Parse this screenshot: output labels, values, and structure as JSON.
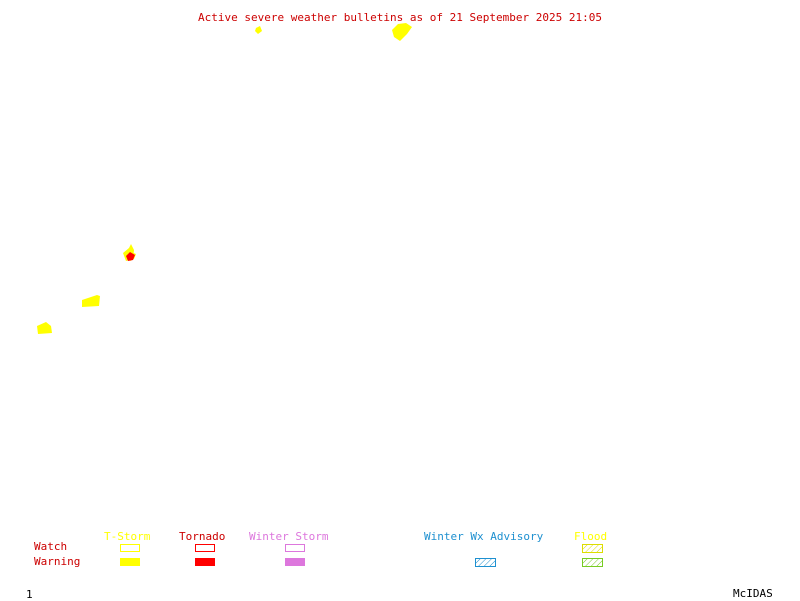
{
  "title": "Active severe weather bulletins as of 21 September 2025 21:05",
  "legend": {
    "row_watch": "Watch",
    "row_warning": "Warning",
    "categories": {
      "tstorm": {
        "label": "T-Storm",
        "color": "#ffff00"
      },
      "tornado": {
        "label": "Tornado",
        "color": "#ff0000"
      },
      "winter_storm": {
        "label": "Winter Storm",
        "color": "#dd77dd"
      },
      "winter_wx_advisory": {
        "label": "Winter Wx Advisory",
        "color": "#1e90d0"
      },
      "flood": {
        "label": "Flood",
        "color": "#77cc22"
      }
    }
  },
  "footer": {
    "left": "1",
    "right": "McIDAS"
  },
  "colors": {
    "title": "#cc0000",
    "row_labels": "#cc0000",
    "flood_label": "#ffff00"
  },
  "polygons": [
    {
      "type": "tstorm-warning",
      "color": "#ffff00"
    },
    {
      "type": "tstorm-warning",
      "color": "#ffff00"
    },
    {
      "type": "tstorm-warning",
      "color": "#ffff00"
    },
    {
      "type": "tstorm-warning",
      "color": "#ffff00"
    },
    {
      "type": "tstorm-warning",
      "color": "#ffff00"
    },
    {
      "type": "tstorm-warning",
      "color": "#ffff00"
    },
    {
      "type": "tornado-warning",
      "color": "#ff0000"
    }
  ]
}
